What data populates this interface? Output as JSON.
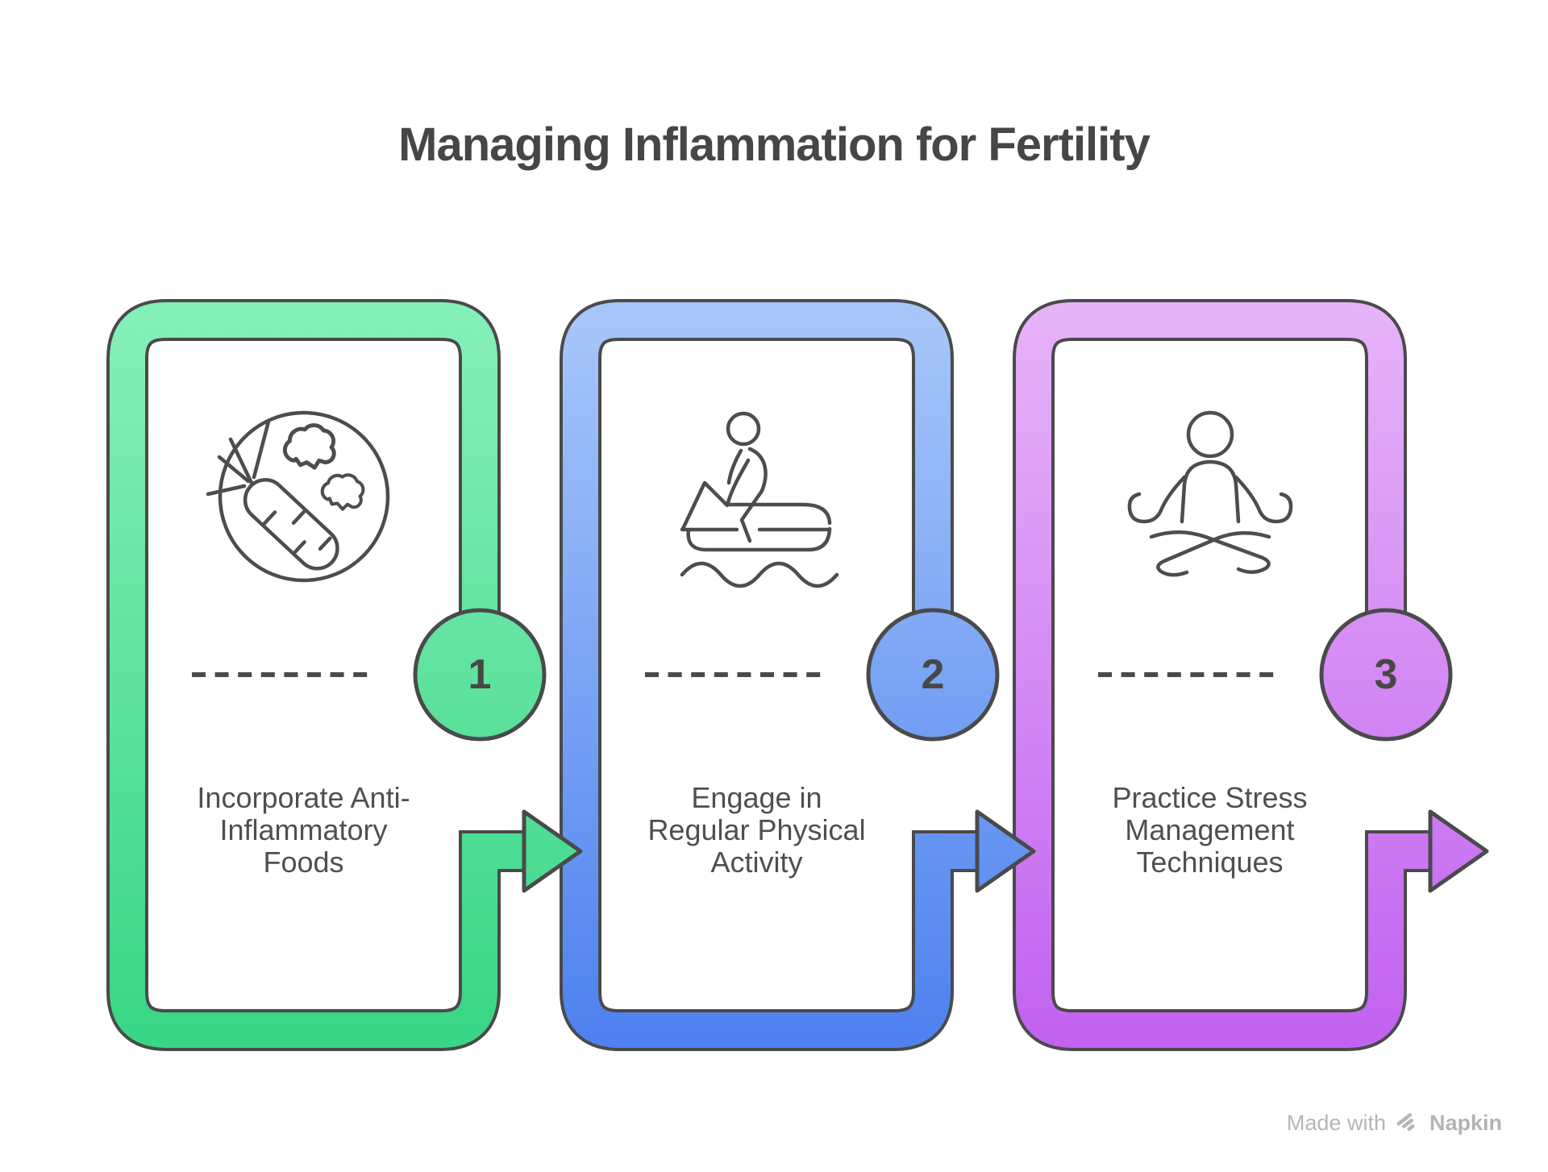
{
  "title": "Managing Inflammation for Fertility",
  "steps": [
    {
      "number": "1",
      "lines": [
        "Incorporate Anti-",
        "Inflammatory",
        "Foods"
      ],
      "icon": "anti-inflammatory-foods-icon",
      "color_top": "#85EFB8",
      "color_bottom": "#3AD687"
    },
    {
      "number": "2",
      "lines": [
        "Engage in",
        "Regular Physical",
        "Activity"
      ],
      "icon": "jet-ski-rider-icon",
      "color_top": "#A6C6F9",
      "color_bottom": "#4F82F0"
    },
    {
      "number": "3",
      "lines": [
        "Practice Stress",
        "Management",
        "Techniques"
      ],
      "icon": "meditating-person-icon",
      "color_top": "#E6B2F8",
      "color_bottom": "#C263F0"
    }
  ],
  "footer": {
    "made_with": "Made with",
    "brand": "Napkin"
  },
  "colors": {
    "background": "#ffffff",
    "outline": "#4a4a4a",
    "title_text": "#464646",
    "step_text": "#4f4f4f",
    "number_text": "#474747",
    "footer_text": "#b6b6b6"
  }
}
